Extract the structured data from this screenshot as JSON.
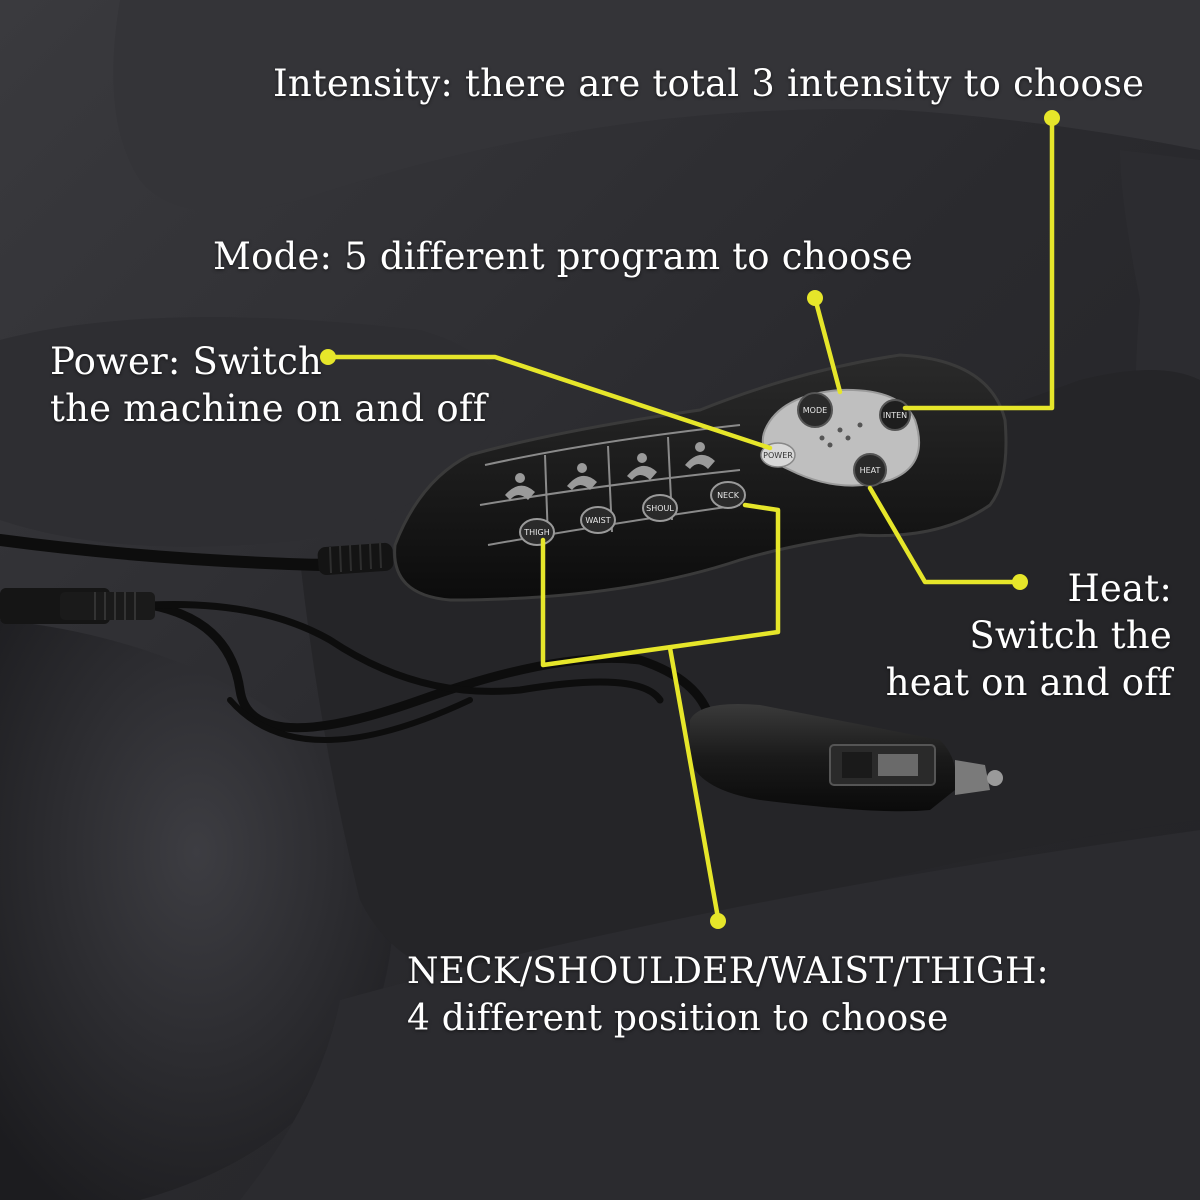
{
  "annotations": {
    "intensity": {
      "text": "Intensity: there are total 3 intensity to choose"
    },
    "mode": {
      "text": "Mode: 5 different program to choose"
    },
    "power": {
      "line1": "Power: Switch",
      "line2": "the machine on and off"
    },
    "heat": {
      "line1": "Heat:",
      "line2": "Switch the",
      "line3": "heat on and off"
    },
    "positions": {
      "line1": "NECK/SHOULDER/WAIST/THIGH:",
      "line2": "4 different position to choose"
    }
  },
  "remote": {
    "power_button": "POWER",
    "mode_button": "MODE",
    "intensity_button": "INTEN",
    "heat_button": "HEAT",
    "position_buttons": [
      "THIGH",
      "WAIST",
      "SHOUL",
      "NECK"
    ]
  },
  "colors": {
    "callout_line": "#e6e62a",
    "text": "#ffffff",
    "seat_fabric": "#2a2a2e",
    "remote_body": "#161616",
    "remote_panel": "#bfbfbf"
  },
  "icons": [
    "massage-pose-icon",
    "car-lighter-plug-icon",
    "cable-icon"
  ]
}
